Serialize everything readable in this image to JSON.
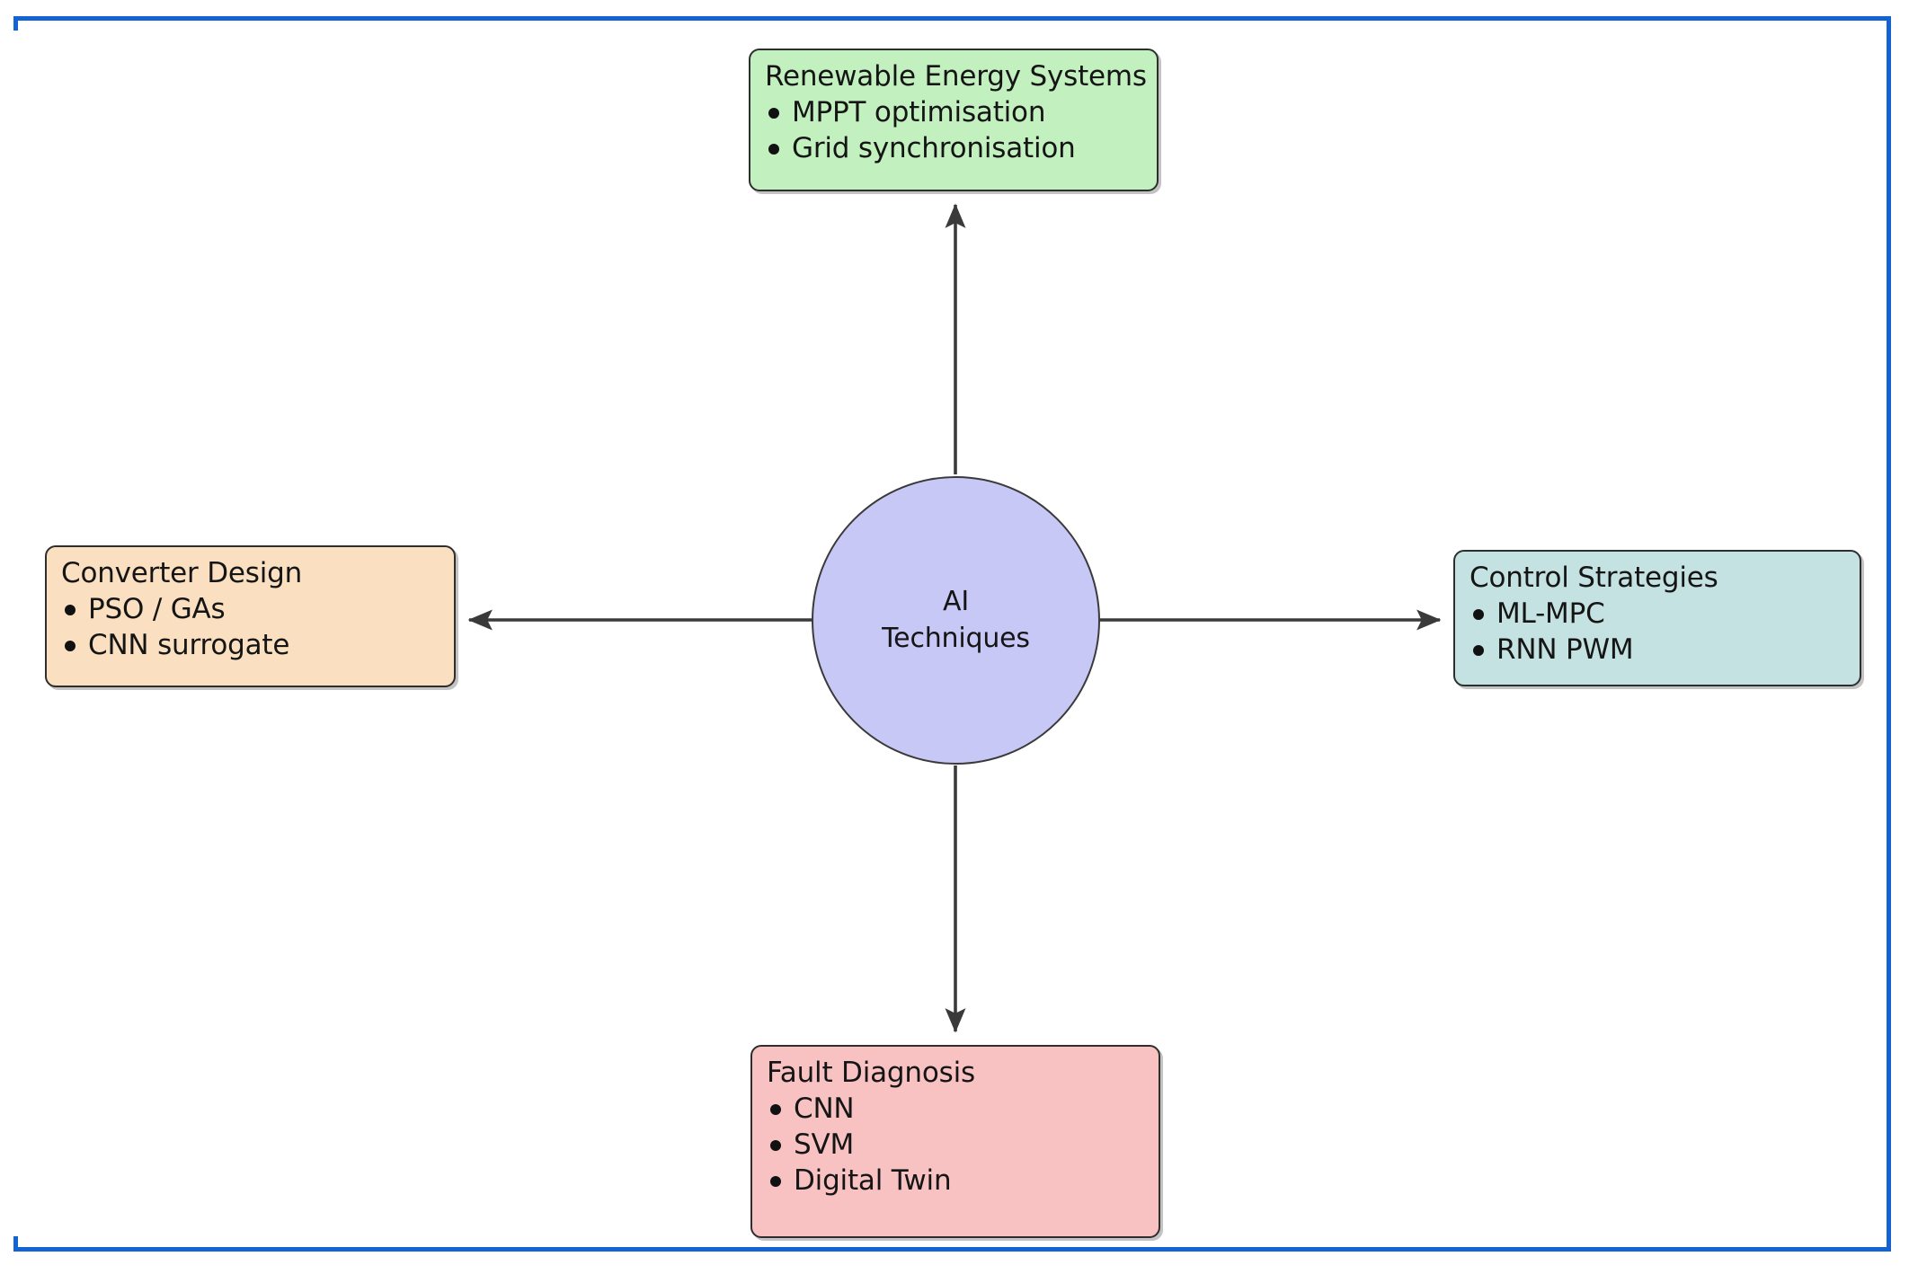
{
  "frame": {
    "border_color": "#1463d2"
  },
  "hub": {
    "label_line1": "AI",
    "label_line2": "Techniques",
    "fill": "#c8c8f7",
    "stroke": "#3a3a3a"
  },
  "nodes": [
    {
      "id": "renewable-energy-systems",
      "title": "Renewable Energy Systems",
      "items": [
        "MPPT optimisation",
        "Grid synchronisation"
      ],
      "fill": "#c3f0bf",
      "position": "top"
    },
    {
      "id": "converter-design",
      "title": "Converter Design",
      "items": [
        "PSO / GAs",
        "CNN surrogate"
      ],
      "fill": "#fae0c0",
      "position": "left"
    },
    {
      "id": "control-strategies",
      "title": "Control Strategies",
      "items": [
        "ML-MPC",
        "RNN PWM"
      ],
      "fill": "#c4e2e2",
      "position": "right"
    },
    {
      "id": "fault-diagnosis",
      "title": "Fault Diagnosis",
      "items": [
        "CNN",
        "SVM",
        "Digital Twin"
      ],
      "fill": "#f9c2c2",
      "position": "bottom"
    }
  ],
  "connectors": [
    {
      "id": "hub-to-renewable-energy-systems",
      "direction": "up"
    },
    {
      "id": "hub-to-converter-design",
      "direction": "left"
    },
    {
      "id": "hub-to-control-strategies",
      "direction": "right"
    },
    {
      "id": "hub-to-fault-diagnosis",
      "direction": "down"
    }
  ]
}
